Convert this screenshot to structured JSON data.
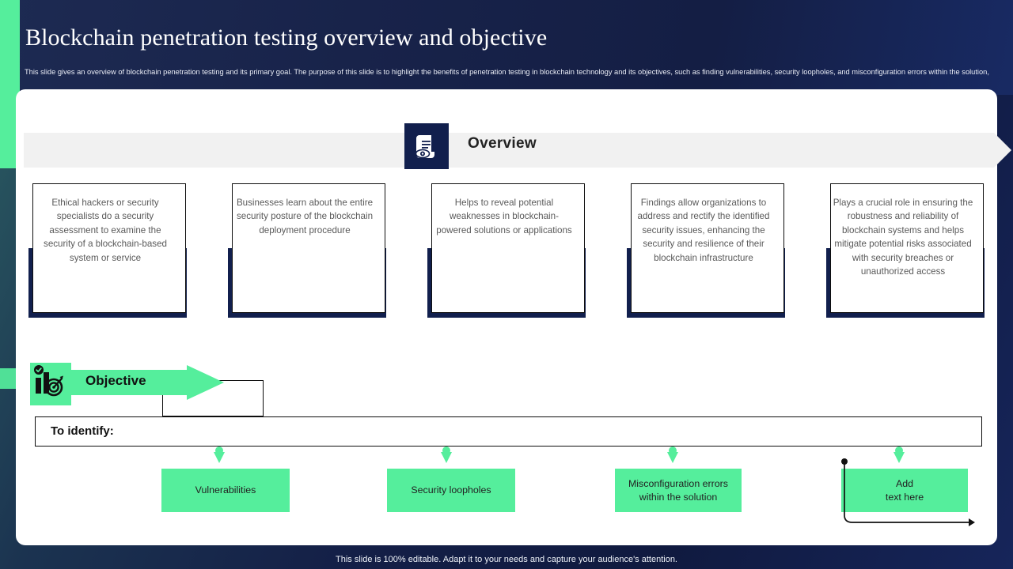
{
  "header": {
    "title": "Blockchain penetration testing overview and objective",
    "subtitle": "This slide gives an overview of blockchain penetration testing and its primary goal. The purpose of this slide is to highlight the benefits of penetration testing in blockchain technology and its objectives, such as finding vulnerabilities, security loopholes, and misconfiguration errors within the solution,"
  },
  "overview": {
    "label": "Overview",
    "icon": "document-eye-icon",
    "boxes": [
      {
        "text": "Ethical hackers or security specialists do a security assessment to examine the security of a blockchain-based system or service"
      },
      {
        "text": "Businesses learn about the entire security posture of the blockchain deployment procedure"
      },
      {
        "text": "Helps to reveal potential weaknesses in blockchain-powered solutions or applications"
      },
      {
        "text": "Findings allow organizations to address and rectify the identified security issues, enhancing the security and resilience of their blockchain infrastructure"
      },
      {
        "text": "Plays a crucial role in ensuring the robustness and reliability of blockchain systems and helps mitigate potential risks associated with security breaches or unauthorized access"
      }
    ]
  },
  "objective": {
    "label": "Objective",
    "icon": "bar-chart-target-icon",
    "prompt": "To identify:",
    "items": [
      {
        "text": "Vulnerabilities"
      },
      {
        "text": "Security loopholes"
      },
      {
        "text": "Misconfiguration errors within the solution"
      },
      {
        "text": "Add\ntext here"
      }
    ]
  },
  "footer": {
    "note": "This slide is 100% editable. Adapt it to your needs and capture your audience's attention."
  },
  "colors": {
    "accent_green": "#55ee9c",
    "navy": "#111f4d",
    "band_grey": "#f1f1f1",
    "body_text": "#595959"
  }
}
